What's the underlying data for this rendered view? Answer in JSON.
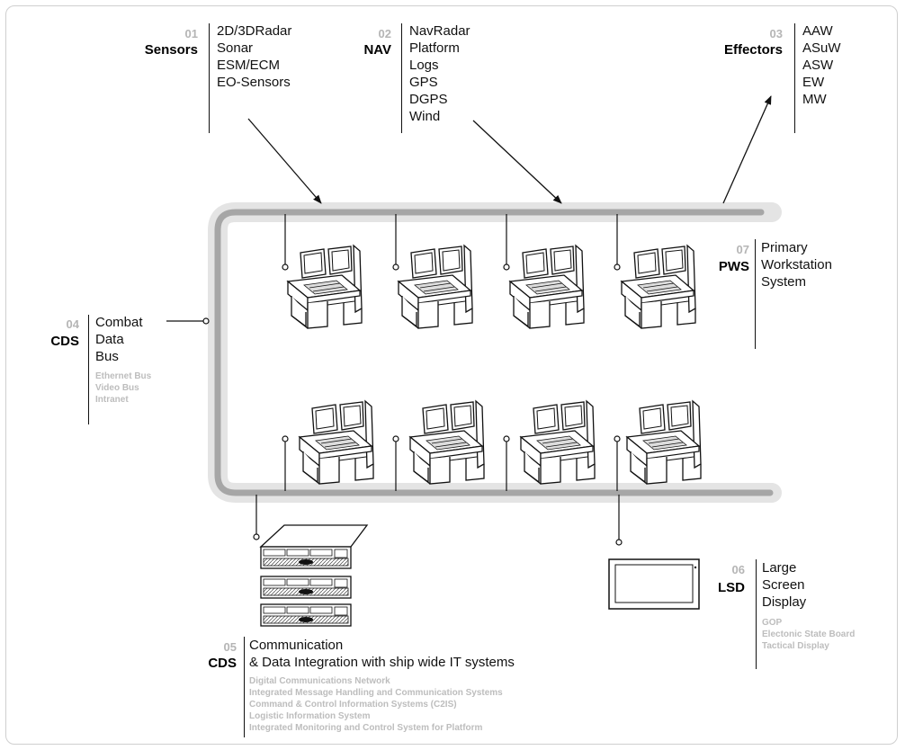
{
  "sections": [
    {
      "id": "s01",
      "number": "01",
      "category": "Sensors",
      "items": [
        "2D/3DRadar",
        "Sonar",
        "ESM/ECM",
        "EO-Sensors"
      ],
      "sub": []
    },
    {
      "id": "s02",
      "number": "02",
      "category": "NAV",
      "items": [
        "NavRadar",
        "Platform",
        "Logs",
        "GPS",
        "DGPS",
        "Wind"
      ],
      "sub": []
    },
    {
      "id": "s03",
      "number": "03",
      "category": "Effectors",
      "items": [
        "AAW",
        "ASuW",
        "ASW",
        "EW",
        "MW"
      ],
      "sub": []
    },
    {
      "id": "s04",
      "number": "04",
      "category": "CDS",
      "items": [
        "Combat",
        "Data",
        "Bus"
      ],
      "sub": [
        "Ethernet Bus",
        "Video Bus",
        "Intranet"
      ]
    },
    {
      "id": "s05",
      "number": "05",
      "category": "CDS",
      "items": [
        "Communication",
        "& Data Integration with ship wide IT systems"
      ],
      "sub": [
        "Digital Communications Network",
        "Integrated Message Handling and Communication Systems",
        "Command & Control Information Systems (C2IS)",
        "Logistic Information System",
        "Integrated Monitoring and Control System for Platform"
      ]
    },
    {
      "id": "s06",
      "number": "06",
      "category": "LSD",
      "items": [
        "Large",
        "Screen",
        "Display"
      ],
      "sub": [
        "GOP",
        "Electonic State Board",
        "Tactical Display"
      ]
    },
    {
      "id": "s07",
      "number": "07",
      "category": "PWS",
      "items": [
        "Primary",
        "Workstation",
        "System"
      ],
      "sub": []
    }
  ],
  "icons": {
    "workstation": "workstation-console-icon",
    "server": "server-rack-icon",
    "display": "large-screen-display-icon"
  },
  "colors": {
    "bus": "#a6a6a6",
    "bus_halo": "#e4e4e4",
    "number": "#b5b5b5",
    "sub": "#bdbdbd"
  }
}
